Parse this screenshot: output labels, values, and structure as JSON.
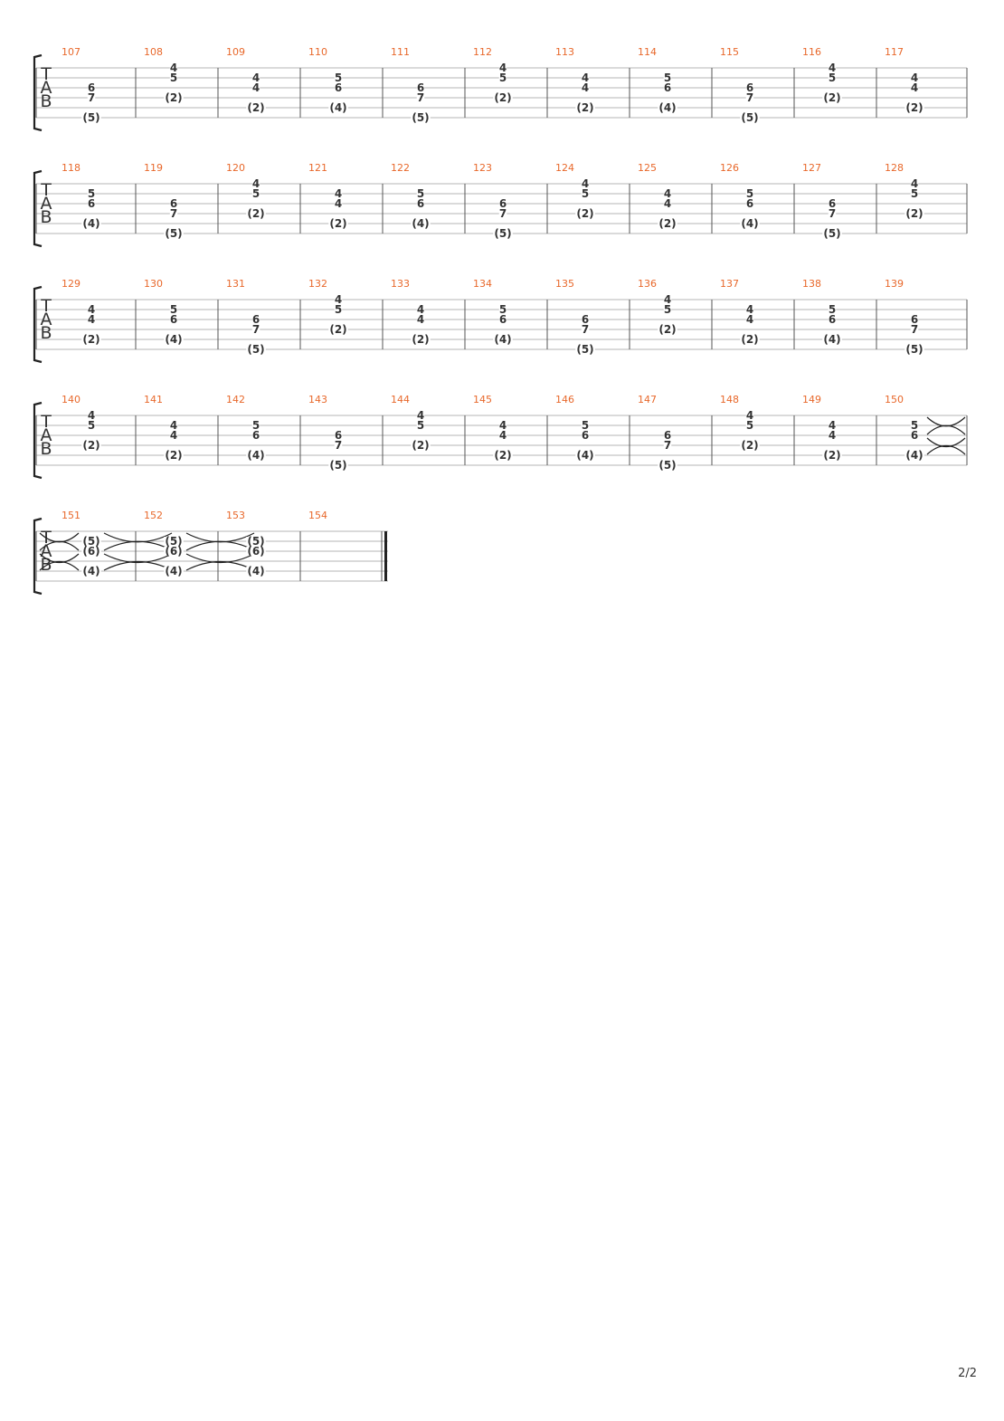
{
  "document": {
    "clef_letters": [
      "T",
      "A",
      "B"
    ],
    "page_number": "2/2",
    "systems": [
      {
        "measures": [
          {
            "number": "107",
            "notes": [
              {
                "string": 3,
                "fret": "6"
              },
              {
                "string": 4,
                "fret": "7"
              },
              {
                "string": 6,
                "fret": "(5)"
              }
            ]
          },
          {
            "number": "108",
            "notes": [
              {
                "string": 1,
                "fret": "4"
              },
              {
                "string": 2,
                "fret": "5"
              },
              {
                "string": 4,
                "fret": "(2)"
              }
            ]
          },
          {
            "number": "109",
            "notes": [
              {
                "string": 2,
                "fret": "4"
              },
              {
                "string": 3,
                "fret": "4"
              },
              {
                "string": 5,
                "fret": "(2)"
              }
            ]
          },
          {
            "number": "110",
            "notes": [
              {
                "string": 2,
                "fret": "5"
              },
              {
                "string": 3,
                "fret": "6"
              },
              {
                "string": 5,
                "fret": "(4)"
              }
            ]
          },
          {
            "number": "111",
            "notes": [
              {
                "string": 3,
                "fret": "6"
              },
              {
                "string": 4,
                "fret": "7"
              },
              {
                "string": 6,
                "fret": "(5)"
              }
            ]
          },
          {
            "number": "112",
            "notes": [
              {
                "string": 1,
                "fret": "4"
              },
              {
                "string": 2,
                "fret": "5"
              },
              {
                "string": 4,
                "fret": "(2)"
              }
            ]
          },
          {
            "number": "113",
            "notes": [
              {
                "string": 2,
                "fret": "4"
              },
              {
                "string": 3,
                "fret": "4"
              },
              {
                "string": 5,
                "fret": "(2)"
              }
            ]
          },
          {
            "number": "114",
            "notes": [
              {
                "string": 2,
                "fret": "5"
              },
              {
                "string": 3,
                "fret": "6"
              },
              {
                "string": 5,
                "fret": "(4)"
              }
            ]
          },
          {
            "number": "115",
            "notes": [
              {
                "string": 3,
                "fret": "6"
              },
              {
                "string": 4,
                "fret": "7"
              },
              {
                "string": 6,
                "fret": "(5)"
              }
            ]
          },
          {
            "number": "116",
            "notes": [
              {
                "string": 1,
                "fret": "4"
              },
              {
                "string": 2,
                "fret": "5"
              },
              {
                "string": 4,
                "fret": "(2)"
              }
            ]
          },
          {
            "number": "117",
            "notes": [
              {
                "string": 2,
                "fret": "4"
              },
              {
                "string": 3,
                "fret": "4"
              },
              {
                "string": 5,
                "fret": "(2)"
              }
            ]
          }
        ]
      },
      {
        "measures": [
          {
            "number": "118",
            "notes": [
              {
                "string": 2,
                "fret": "5"
              },
              {
                "string": 3,
                "fret": "6"
              },
              {
                "string": 5,
                "fret": "(4)"
              }
            ]
          },
          {
            "number": "119",
            "notes": [
              {
                "string": 3,
                "fret": "6"
              },
              {
                "string": 4,
                "fret": "7"
              },
              {
                "string": 6,
                "fret": "(5)"
              }
            ]
          },
          {
            "number": "120",
            "notes": [
              {
                "string": 1,
                "fret": "4"
              },
              {
                "string": 2,
                "fret": "5"
              },
              {
                "string": 4,
                "fret": "(2)"
              }
            ]
          },
          {
            "number": "121",
            "notes": [
              {
                "string": 2,
                "fret": "4"
              },
              {
                "string": 3,
                "fret": "4"
              },
              {
                "string": 5,
                "fret": "(2)"
              }
            ]
          },
          {
            "number": "122",
            "notes": [
              {
                "string": 2,
                "fret": "5"
              },
              {
                "string": 3,
                "fret": "6"
              },
              {
                "string": 5,
                "fret": "(4)"
              }
            ]
          },
          {
            "number": "123",
            "notes": [
              {
                "string": 3,
                "fret": "6"
              },
              {
                "string": 4,
                "fret": "7"
              },
              {
                "string": 6,
                "fret": "(5)"
              }
            ]
          },
          {
            "number": "124",
            "notes": [
              {
                "string": 1,
                "fret": "4"
              },
              {
                "string": 2,
                "fret": "5"
              },
              {
                "string": 4,
                "fret": "(2)"
              }
            ]
          },
          {
            "number": "125",
            "notes": [
              {
                "string": 2,
                "fret": "4"
              },
              {
                "string": 3,
                "fret": "4"
              },
              {
                "string": 5,
                "fret": "(2)"
              }
            ]
          },
          {
            "number": "126",
            "notes": [
              {
                "string": 2,
                "fret": "5"
              },
              {
                "string": 3,
                "fret": "6"
              },
              {
                "string": 5,
                "fret": "(4)"
              }
            ]
          },
          {
            "number": "127",
            "notes": [
              {
                "string": 3,
                "fret": "6"
              },
              {
                "string": 4,
                "fret": "7"
              },
              {
                "string": 6,
                "fret": "(5)"
              }
            ]
          },
          {
            "number": "128",
            "notes": [
              {
                "string": 1,
                "fret": "4"
              },
              {
                "string": 2,
                "fret": "5"
              },
              {
                "string": 4,
                "fret": "(2)"
              }
            ]
          }
        ]
      },
      {
        "measures": [
          {
            "number": "129",
            "notes": [
              {
                "string": 2,
                "fret": "4"
              },
              {
                "string": 3,
                "fret": "4"
              },
              {
                "string": 5,
                "fret": "(2)"
              }
            ]
          },
          {
            "number": "130",
            "notes": [
              {
                "string": 2,
                "fret": "5"
              },
              {
                "string": 3,
                "fret": "6"
              },
              {
                "string": 5,
                "fret": "(4)"
              }
            ]
          },
          {
            "number": "131",
            "notes": [
              {
                "string": 3,
                "fret": "6"
              },
              {
                "string": 4,
                "fret": "7"
              },
              {
                "string": 6,
                "fret": "(5)"
              }
            ]
          },
          {
            "number": "132",
            "notes": [
              {
                "string": 1,
                "fret": "4"
              },
              {
                "string": 2,
                "fret": "5"
              },
              {
                "string": 4,
                "fret": "(2)"
              }
            ]
          },
          {
            "number": "133",
            "notes": [
              {
                "string": 2,
                "fret": "4"
              },
              {
                "string": 3,
                "fret": "4"
              },
              {
                "string": 5,
                "fret": "(2)"
              }
            ]
          },
          {
            "number": "134",
            "notes": [
              {
                "string": 2,
                "fret": "5"
              },
              {
                "string": 3,
                "fret": "6"
              },
              {
                "string": 5,
                "fret": "(4)"
              }
            ]
          },
          {
            "number": "135",
            "notes": [
              {
                "string": 3,
                "fret": "6"
              },
              {
                "string": 4,
                "fret": "7"
              },
              {
                "string": 6,
                "fret": "(5)"
              }
            ]
          },
          {
            "number": "136",
            "notes": [
              {
                "string": 1,
                "fret": "4"
              },
              {
                "string": 2,
                "fret": "5"
              },
              {
                "string": 4,
                "fret": "(2)"
              }
            ]
          },
          {
            "number": "137",
            "notes": [
              {
                "string": 2,
                "fret": "4"
              },
              {
                "string": 3,
                "fret": "4"
              },
              {
                "string": 5,
                "fret": "(2)"
              }
            ]
          },
          {
            "number": "138",
            "notes": [
              {
                "string": 2,
                "fret": "5"
              },
              {
                "string": 3,
                "fret": "6"
              },
              {
                "string": 5,
                "fret": "(4)"
              }
            ]
          },
          {
            "number": "139",
            "notes": [
              {
                "string": 3,
                "fret": "6"
              },
              {
                "string": 4,
                "fret": "7"
              },
              {
                "string": 6,
                "fret": "(5)"
              }
            ]
          }
        ]
      },
      {
        "measures": [
          {
            "number": "140",
            "notes": [
              {
                "string": 1,
                "fret": "4"
              },
              {
                "string": 2,
                "fret": "5"
              },
              {
                "string": 4,
                "fret": "(2)"
              }
            ]
          },
          {
            "number": "141",
            "notes": [
              {
                "string": 2,
                "fret": "4"
              },
              {
                "string": 3,
                "fret": "4"
              },
              {
                "string": 5,
                "fret": "(2)"
              }
            ]
          },
          {
            "number": "142",
            "notes": [
              {
                "string": 2,
                "fret": "5"
              },
              {
                "string": 3,
                "fret": "6"
              },
              {
                "string": 5,
                "fret": "(4)"
              }
            ]
          },
          {
            "number": "143",
            "notes": [
              {
                "string": 3,
                "fret": "6"
              },
              {
                "string": 4,
                "fret": "7"
              },
              {
                "string": 6,
                "fret": "(5)"
              }
            ]
          },
          {
            "number": "144",
            "notes": [
              {
                "string": 1,
                "fret": "4"
              },
              {
                "string": 2,
                "fret": "5"
              },
              {
                "string": 4,
                "fret": "(2)"
              }
            ]
          },
          {
            "number": "145",
            "notes": [
              {
                "string": 2,
                "fret": "4"
              },
              {
                "string": 3,
                "fret": "4"
              },
              {
                "string": 5,
                "fret": "(2)"
              }
            ]
          },
          {
            "number": "146",
            "notes": [
              {
                "string": 2,
                "fret": "5"
              },
              {
                "string": 3,
                "fret": "6"
              },
              {
                "string": 5,
                "fret": "(4)"
              }
            ]
          },
          {
            "number": "147",
            "notes": [
              {
                "string": 3,
                "fret": "6"
              },
              {
                "string": 4,
                "fret": "7"
              },
              {
                "string": 6,
                "fret": "(5)"
              }
            ]
          },
          {
            "number": "148",
            "notes": [
              {
                "string": 1,
                "fret": "4"
              },
              {
                "string": 2,
                "fret": "5"
              },
              {
                "string": 4,
                "fret": "(2)"
              }
            ]
          },
          {
            "number": "149",
            "notes": [
              {
                "string": 2,
                "fret": "4"
              },
              {
                "string": 3,
                "fret": "4"
              },
              {
                "string": 5,
                "fret": "(2)"
              }
            ]
          },
          {
            "number": "150",
            "notes": [
              {
                "string": 2,
                "fret": "5"
              },
              {
                "string": 3,
                "fret": "6"
              },
              {
                "string": 5,
                "fret": "(4)"
              }
            ],
            "tie_out": true
          }
        ]
      },
      {
        "final_barline": true,
        "measures": [
          {
            "number": "151",
            "notes": [
              {
                "string": 2,
                "fret": "(5)"
              },
              {
                "string": 3,
                "fret": "(6)"
              },
              {
                "string": 5,
                "fret": "(4)"
              }
            ],
            "tie_in": true,
            "tie_out": true
          },
          {
            "number": "152",
            "notes": [
              {
                "string": 2,
                "fret": "(5)"
              },
              {
                "string": 3,
                "fret": "(6)"
              },
              {
                "string": 5,
                "fret": "(4)"
              }
            ],
            "tie_out": true
          },
          {
            "number": "153",
            "notes": [
              {
                "string": 2,
                "fret": "(5)"
              },
              {
                "string": 3,
                "fret": "(6)"
              },
              {
                "string": 5,
                "fret": "(4)"
              }
            ]
          },
          {
            "number": "154",
            "notes": []
          }
        ]
      }
    ]
  }
}
